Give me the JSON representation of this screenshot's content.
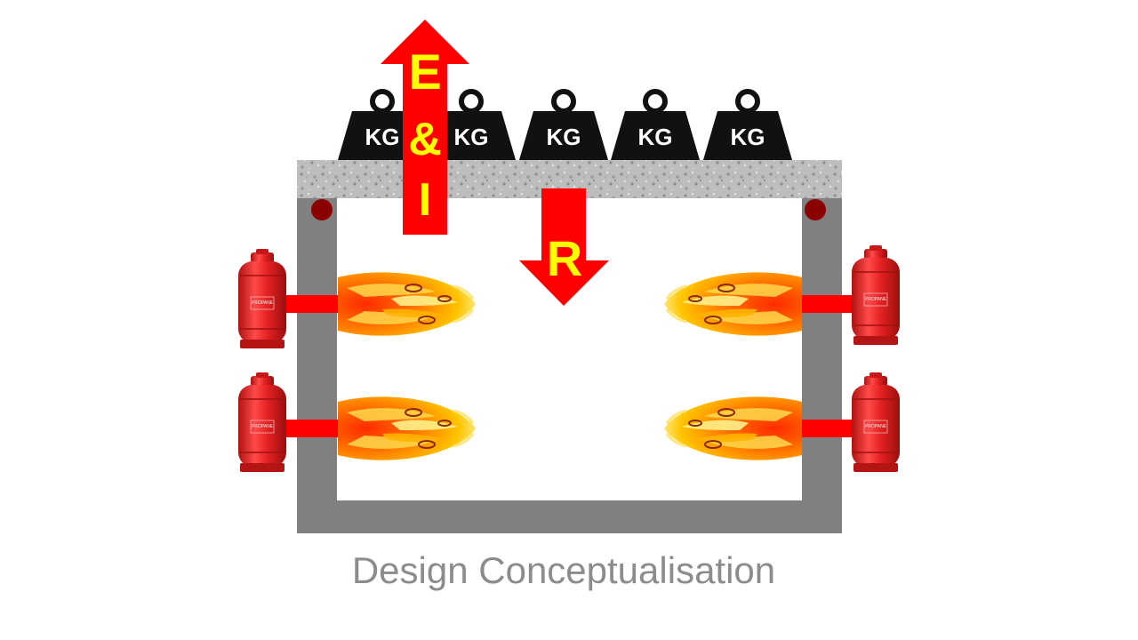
{
  "caption": "Design Conceptualisation",
  "weights": [
    {
      "label": "KG"
    },
    {
      "label": "KG"
    },
    {
      "label": "KG"
    },
    {
      "label": "KG"
    },
    {
      "label": "KG"
    }
  ],
  "arrow_up": {
    "letters": [
      "E",
      "&",
      "I"
    ],
    "color": "#ff0000",
    "text_color": "#ffff00",
    "direction": "up"
  },
  "arrow_down": {
    "letters": [
      "R"
    ],
    "color": "#ff0000",
    "text_color": "#ffff00",
    "direction": "down"
  },
  "gas_cylinders": {
    "label": "PROPANE",
    "color": "#e32222",
    "count": 4
  },
  "colors": {
    "frame": "#808080",
    "slab": "#bdbdbd",
    "support": "#8b0000",
    "pipe": "#ff0000",
    "caption": "#8c8c8c"
  }
}
